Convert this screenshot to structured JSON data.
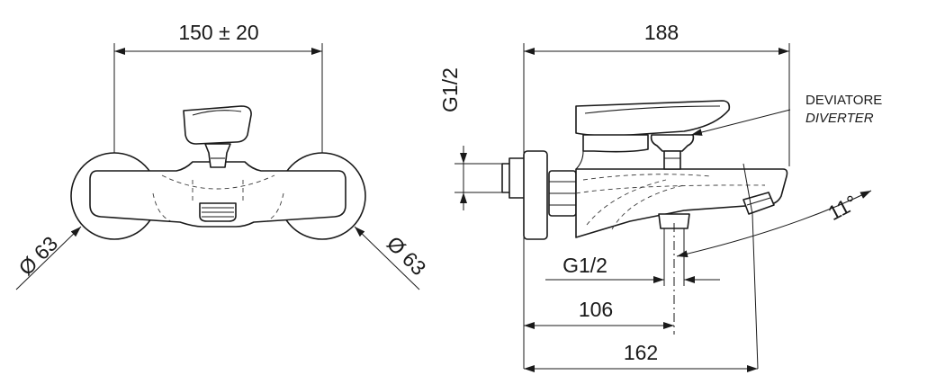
{
  "front_view": {
    "width_dim": "150 ± 20",
    "diameter_left": "Ø 63",
    "diameter_right": "Ø 63"
  },
  "side_view": {
    "length_dim": "188",
    "inlet_thread": "G1/2",
    "outlet_thread": "G1/2",
    "outlet_dim": "106",
    "spout_dim": "162",
    "angle": "11°",
    "diverter_it": "DEVIATORE",
    "diverter_en": "DIVERTER"
  }
}
